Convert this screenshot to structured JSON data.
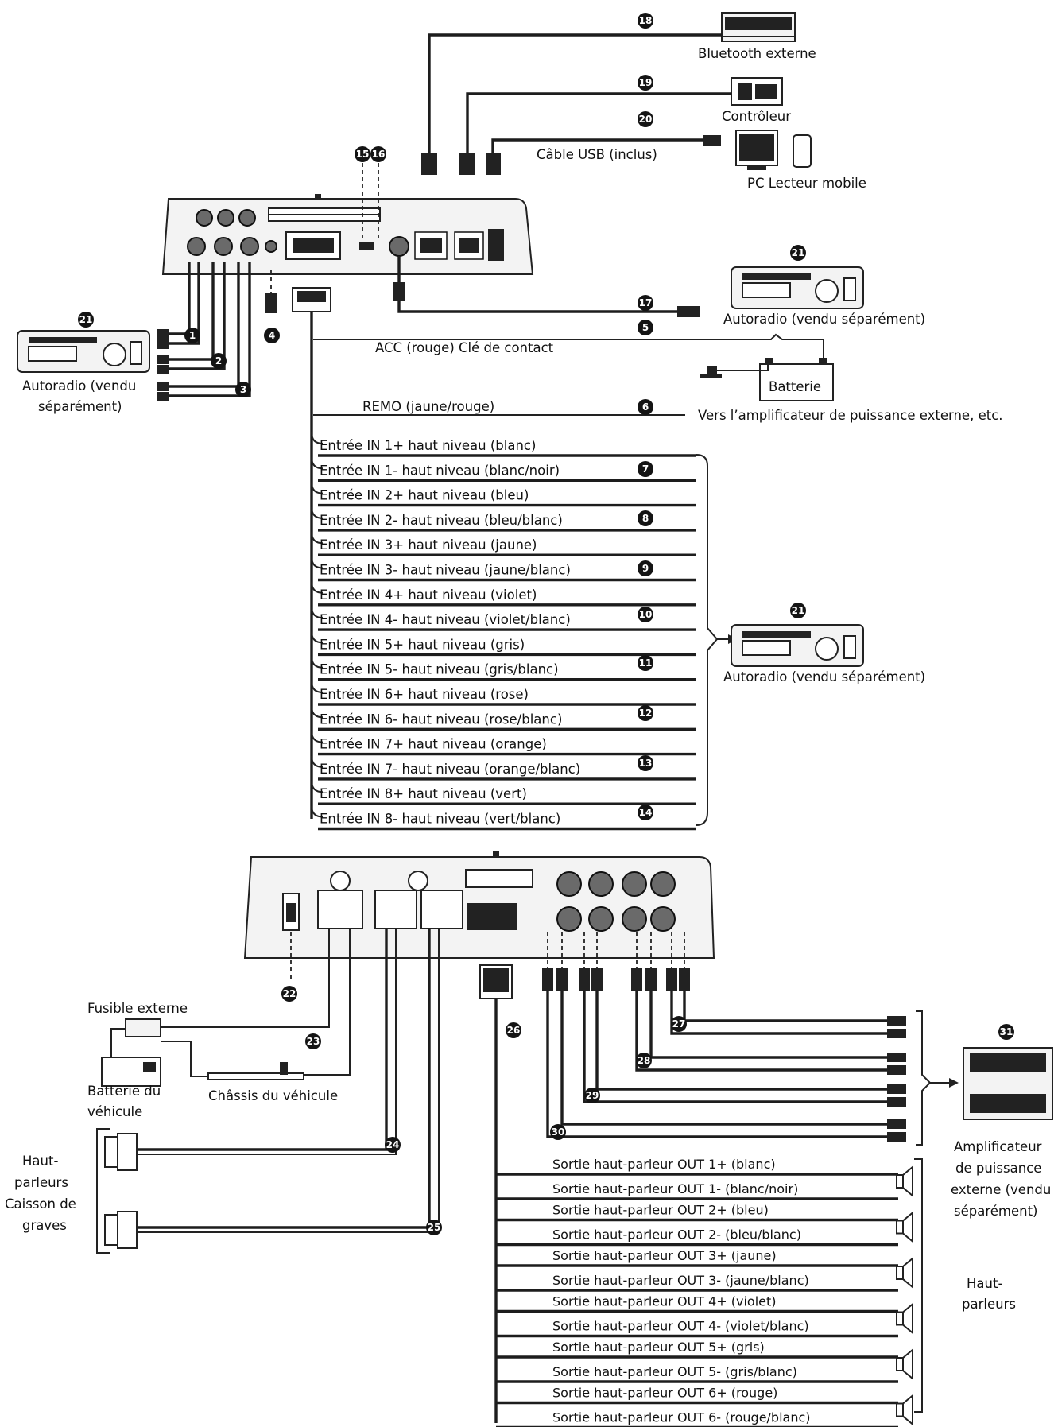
{
  "top": {
    "devices": {
      "bluetooth": "Bluetooth externe",
      "controller": "Contrôleur",
      "usb_cable": "Câble USB (inclus)",
      "pc_mobile": "PC Lecteur mobile",
      "radio_right_top": "Autoradio (vendu séparément)",
      "radio_left_line1": "Autoradio (vendu",
      "radio_left_line2": "séparément)",
      "radio_right_mid": "Autoradio (vendu séparément)",
      "battery": "Batterie",
      "acc": "ACC (rouge) Clé de contact",
      "remo": "REMO (jaune/rouge)",
      "ext_amp_note": "Vers l’amplificateur de puissance externe, etc."
    },
    "inputs": [
      "Entrée IN 1+ haut niveau (blanc)",
      "Entrée IN 1- haut niveau (blanc/noir)",
      "Entrée IN 2+ haut niveau (bleu)",
      "Entrée IN 2- haut niveau (bleu/blanc)",
      "Entrée IN 3+ haut niveau (jaune)",
      "Entrée IN 3- haut niveau (jaune/blanc)",
      "Entrée IN 4+ haut niveau (violet)",
      "Entrée IN 4- haut niveau (violet/blanc)",
      "Entrée IN 5+ haut niveau (gris)",
      "Entrée IN 5- haut niveau (gris/blanc)",
      "Entrée IN 6+ haut niveau (rose)",
      "Entrée IN 6- haut niveau (rose/blanc)",
      "Entrée IN 7+ haut niveau (orange)",
      "Entrée IN 7- haut niveau (orange/blanc)",
      "Entrée IN 8+ haut niveau (vert)",
      "Entrée IN 8- haut niveau (vert/blanc)"
    ]
  },
  "bottom": {
    "labels": {
      "fuse": "Fusible externe",
      "battery_line1": "Batterie du",
      "battery_line2": "véhicule",
      "chassis": "Châssis du véhicule",
      "sub_line1": "Haut-",
      "sub_line2": "parleurs",
      "sub_line3": "Caisson de",
      "sub_line4": "graves",
      "amp_line1": "Amplificateur",
      "amp_line2": "de puissance",
      "amp_line3": "externe (vendu",
      "amp_line4": "séparément)",
      "spk_line1": "Haut-",
      "spk_line2": "parleurs"
    },
    "outputs": [
      "Sortie haut-parleur OUT 1+ (blanc)",
      "Sortie haut-parleur OUT 1- (blanc/noir)",
      "Sortie haut-parleur OUT 2+ (bleu)",
      "Sortie haut-parleur OUT 2- (bleu/blanc)",
      "Sortie haut-parleur OUT 3+ (jaune)",
      "Sortie haut-parleur OUT 3- (jaune/blanc)",
      "Sortie haut-parleur OUT 4+ (violet)",
      "Sortie haut-parleur OUT 4- (violet/blanc)",
      "Sortie haut-parleur OUT 5+ (gris)",
      "Sortie haut-parleur OUT 5- (gris/blanc)",
      "Sortie haut-parleur OUT 6+ (rouge)",
      "Sortie haut-parleur OUT 6- (rouge/blanc)"
    ]
  },
  "badges": {
    "b1": "1",
    "b2": "2",
    "b3": "3",
    "b4": "4",
    "b5": "5",
    "b6": "6",
    "b7": "7",
    "b8": "8",
    "b9": "9",
    "b10": "10",
    "b11": "11",
    "b12": "12",
    "b13": "13",
    "b14": "14",
    "b15": "15",
    "b16": "16",
    "b17": "17",
    "b18": "18",
    "b19": "19",
    "b20": "20",
    "b21a": "21",
    "b21b": "21",
    "b21c": "21",
    "b22": "22",
    "b23": "23",
    "b24": "24",
    "b25": "25",
    "b26": "26",
    "b27": "27",
    "b28": "28",
    "b29": "29",
    "b30": "30",
    "b31": "31"
  }
}
